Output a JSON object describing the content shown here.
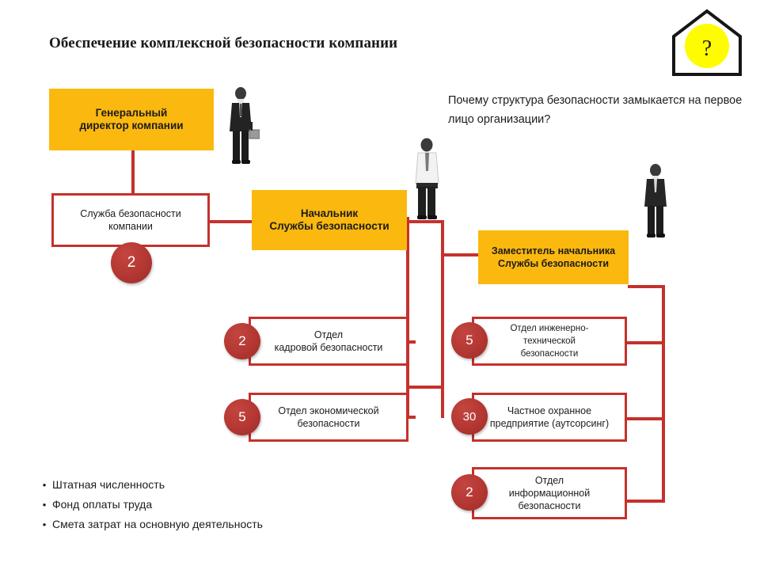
{
  "slide": {
    "title": "Обеспечение комплексной безопасности компании",
    "question": "Почему структура безопасности замыкается на первое лицо организации?",
    "help_icon_label": "?"
  },
  "colors": {
    "orange": "#FBB80F",
    "red_line": "#C5312C",
    "badge_red": "#B33732",
    "yellow_circle": "#FFFB00",
    "text": "#1c1c1c"
  },
  "org_chart": {
    "type": "diagram",
    "nodes": [
      {
        "id": "ceo",
        "style": "orange",
        "lines": [
          "Генеральный",
          "директор компании"
        ],
        "badge": null
      },
      {
        "id": "security-service",
        "style": "white",
        "lines": [
          "Служба безопасности",
          "компании"
        ],
        "badge": "2"
      },
      {
        "id": "chief",
        "style": "orange",
        "lines": [
          "Начальник",
          "Службы безопасности"
        ],
        "badge": null
      },
      {
        "id": "deputy-chief",
        "style": "orange",
        "lines": [
          "Заместитель начальника",
          "Службы безопасности"
        ],
        "badge": null
      },
      {
        "id": "hr-security",
        "style": "white",
        "lines": [
          "Отдел",
          "кадровой безопасности"
        ],
        "badge": "2"
      },
      {
        "id": "economic-security",
        "style": "white",
        "lines": [
          "Отдел экономической",
          "безопасности"
        ],
        "badge": "5"
      },
      {
        "id": "engineering-security",
        "style": "white",
        "lines": [
          "Отдел инженерно-технической",
          "безопасности"
        ],
        "badge": "5"
      },
      {
        "id": "private-guard",
        "style": "white",
        "lines": [
          "Частное охранное",
          "предприятие (аутсорсинг)"
        ],
        "badge": "30"
      },
      {
        "id": "information-security",
        "style": "white",
        "lines": [
          "Отдел",
          "информационной",
          "безопасности"
        ],
        "badge": "2"
      }
    ]
  },
  "bullets": [
    {
      "marker": "•",
      "text": "Штатная численность"
    },
    {
      "marker": "•",
      "text": "Фонд оплаты труда"
    },
    {
      "marker": "•",
      "text": "Смета затрат на основную деятельность"
    }
  ]
}
